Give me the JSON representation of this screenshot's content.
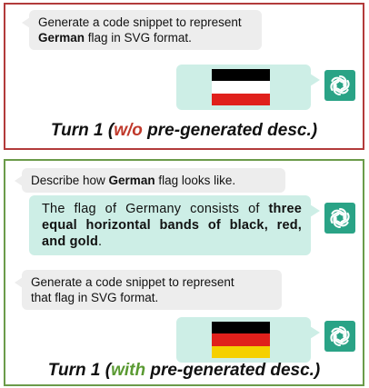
{
  "top_panel": {
    "user_prompt": {
      "line1": "Generate a code snippet to represent",
      "bold": "German",
      "rest": " flag in SVG format."
    },
    "flag_colors": [
      "#000000",
      "#ffffff",
      "#e0201b"
    ],
    "caption": {
      "pre": "Turn 1 (",
      "highlight": "w/o",
      "post": " pre-generated desc.)",
      "highlight_color": "#c0392b"
    }
  },
  "bottom_panel": {
    "user_prompt_1": {
      "pre": "Describe how ",
      "bold": "German",
      "post": " flag looks like."
    },
    "bot_reply": {
      "line1": "The flag of Germany consists of",
      "bold": "three equal horizontal bands of black, red, and gold",
      "post": "."
    },
    "user_prompt_2": {
      "line1": "Generate a code snippet to represent",
      "line2": "that flag in SVG format."
    },
    "flag_colors": [
      "#000000",
      "#e0201b",
      "#f5d000"
    ],
    "caption": {
      "pre": "Turn 1 (",
      "highlight": "with",
      "post": " pre-generated desc.)",
      "highlight_color": "#5a9a32"
    }
  },
  "icons": {
    "assistant": "openai-logo-icon"
  }
}
